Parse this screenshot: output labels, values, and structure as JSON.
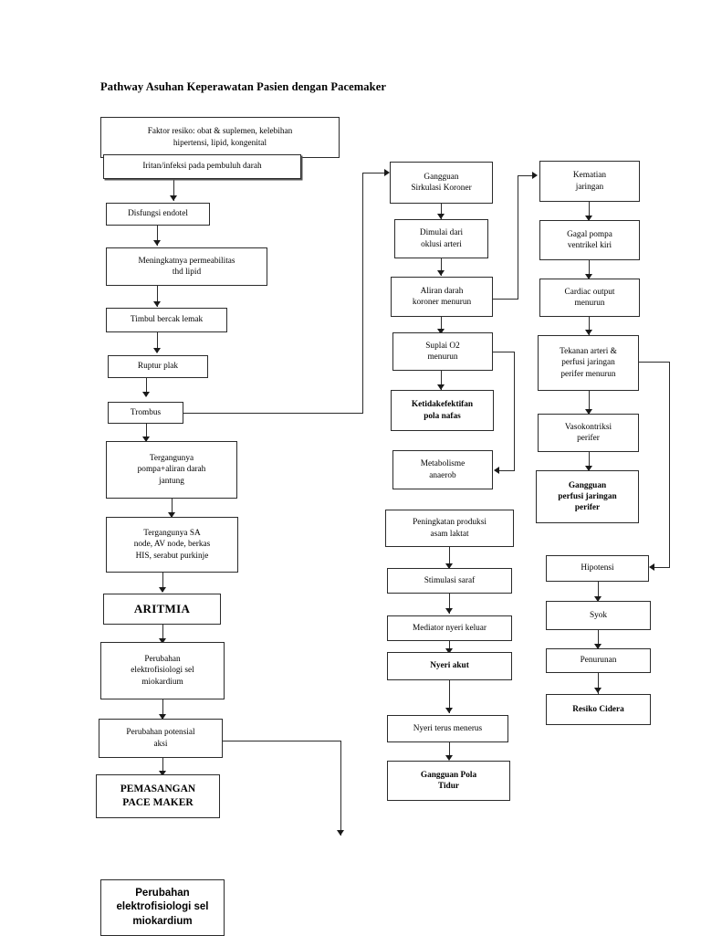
{
  "document": {
    "title": "Pathway Asuhan Keperawatan Pasien dengan Pacemaker",
    "type": "clinical-pathway-flowchart",
    "language": "Indonesian",
    "page_size": "768x1024",
    "background_color": "#ffffff",
    "line_color": "#2b2b2b",
    "text_color": "#000000"
  },
  "columns": {
    "left": "Atherosclerosis / arrhythmia / pacemaker chain",
    "middle": "Coronary circulation / respiratory / pain chain",
    "right": "Tissue death / cardiac output / perfusion chain"
  },
  "nodes": {
    "n01": {
      "label": "Faktor resiko: obat & suplemen, kelebihan\nhipertensi, lipid, kongenital"
    },
    "n02": {
      "label": "Iritan/infeksi pada pembuluh darah"
    },
    "n03": {
      "label": "Disfungsi endotel"
    },
    "n04": {
      "label": "Meningkatnya permeabilitas\nthd lipid"
    },
    "n05": {
      "label": "Timbul bercak lemak"
    },
    "n06": {
      "label": "Ruptur plak"
    },
    "n07": {
      "label": "Trombus"
    },
    "n08": {
      "label": "Tergangunya\npompa+aliran darah\njantung"
    },
    "n09": {
      "label": "Tergangunya SA\nnode, AV node, berkas\nHIS, serabut purkinje"
    },
    "n10": {
      "label": "ARITMIA"
    },
    "n11": {
      "label": "Perubahan\nelektrofisiologi sel\nmiokardium"
    },
    "n12": {
      "label": "Perubahan potensial\naksi"
    },
    "n13": {
      "label": "PEMASANGAN\nPACE MAKER"
    },
    "n14": {
      "label": "Perubahan\nelektrofisiologi sel\nmiokardium"
    },
    "m01": {
      "label": "Gangguan\nSirkulasi Koroner"
    },
    "m02": {
      "label": "Dimulai dari\noklusi arteri"
    },
    "m03": {
      "label": "Aliran darah\nkoroner menurun"
    },
    "m04": {
      "label": "Suplai O2\nmenurun"
    },
    "m05": {
      "label": "Ketidakefektifan\npola nafas"
    },
    "m06": {
      "label": "Metabolisme\nanaerob"
    },
    "m07": {
      "label": "Peningkatan produksi\nasam laktat"
    },
    "m08": {
      "label": "Stimulasi saraf"
    },
    "m09": {
      "label": "Mediator nyeri keluar"
    },
    "m10": {
      "label": "Nyeri akut"
    },
    "m11": {
      "label": "Nyeri terus menerus"
    },
    "m12": {
      "label": "Gangguan Pola\nTidur"
    },
    "r01": {
      "label": "Kematian\njaringan"
    },
    "r02": {
      "label": "Gagal pompa\nventrikel kiri"
    },
    "r03": {
      "label": "Cardiac output\nmenurun"
    },
    "r04": {
      "label": "Tekanan arteri &\nperfusi jaringan\nperifer menurun"
    },
    "r05": {
      "label": "Vasokontriksi\nperifer"
    },
    "r06": {
      "label": "Gangguan\nperfusi jaringan\nperifer"
    },
    "r07": {
      "label": "Hipotensi"
    },
    "r08": {
      "label": "Syok"
    },
    "r09": {
      "label": "Penurunan"
    },
    "r10": {
      "label": "Resiko Cidera"
    }
  },
  "diagnoses_highlighted": [
    "Ketidakefektifan pola nafas",
    "Nyeri akut",
    "Gangguan Pola Tidur",
    "Gangguan perfusi jaringan perifer",
    "Resiko Cidera",
    "ARITMIA",
    "PEMASANGAN PACE MAKER"
  ],
  "edges": [
    {
      "from": "n01",
      "to": "n02",
      "kind": "vertical-arrow"
    },
    {
      "from": "n02",
      "to": "n03",
      "kind": "vertical-arrow"
    },
    {
      "from": "n03",
      "to": "n04",
      "kind": "vertical-arrow"
    },
    {
      "from": "n04",
      "to": "n05",
      "kind": "vertical-arrow"
    },
    {
      "from": "n05",
      "to": "n06",
      "kind": "vertical-arrow"
    },
    {
      "from": "n06",
      "to": "n07",
      "kind": "vertical-arrow"
    },
    {
      "from": "n07",
      "to": "n08",
      "kind": "vertical-arrow"
    },
    {
      "from": "n07",
      "to": "m01",
      "kind": "elbow-right-up-arrow"
    },
    {
      "from": "n08",
      "to": "n09",
      "kind": "vertical-arrow"
    },
    {
      "from": "n09",
      "to": "n10",
      "kind": "vertical-arrow"
    },
    {
      "from": "n10",
      "to": "n11",
      "kind": "vertical-arrow"
    },
    {
      "from": "n11",
      "to": "n12",
      "kind": "vertical-arrow"
    },
    {
      "from": "n12",
      "to": "n13",
      "kind": "vertical-arrow"
    },
    {
      "from": "n12",
      "to": "n14",
      "kind": "elbow-right-down-arrow"
    },
    {
      "from": "m01",
      "to": "m02",
      "kind": "vertical-arrow"
    },
    {
      "from": "m02",
      "to": "m03",
      "kind": "vertical-arrow"
    },
    {
      "from": "m03",
      "to": "m04",
      "kind": "vertical-arrow"
    },
    {
      "from": "m03",
      "to": "r01",
      "kind": "elbow-right-up-arrow"
    },
    {
      "from": "m04",
      "to": "m05",
      "kind": "vertical-arrow"
    },
    {
      "from": "m04",
      "to": "m06",
      "kind": "elbow-right-down-arrow-left"
    },
    {
      "from": "m07",
      "to": "m08",
      "kind": "vertical-arrow"
    },
    {
      "from": "m08",
      "to": "m09",
      "kind": "vertical-arrow"
    },
    {
      "from": "m09",
      "to": "m10",
      "kind": "vertical-arrow"
    },
    {
      "from": "m10",
      "to": "m11",
      "kind": "vertical-arrow"
    },
    {
      "from": "m11",
      "to": "m12",
      "kind": "vertical-arrow"
    },
    {
      "from": "r01",
      "to": "r02",
      "kind": "vertical-arrow"
    },
    {
      "from": "r02",
      "to": "r03",
      "kind": "vertical-arrow"
    },
    {
      "from": "r03",
      "to": "r04",
      "kind": "vertical-arrow"
    },
    {
      "from": "r04",
      "to": "r05",
      "kind": "vertical-arrow"
    },
    {
      "from": "r04",
      "to": "r07",
      "kind": "elbow-right-down-arrow-left"
    },
    {
      "from": "r05",
      "to": "r06",
      "kind": "vertical-arrow"
    },
    {
      "from": "r07",
      "to": "r08",
      "kind": "vertical-arrow"
    },
    {
      "from": "r08",
      "to": "r09",
      "kind": "vertical-arrow"
    },
    {
      "from": "r09",
      "to": "r10",
      "kind": "vertical-arrow"
    }
  ]
}
